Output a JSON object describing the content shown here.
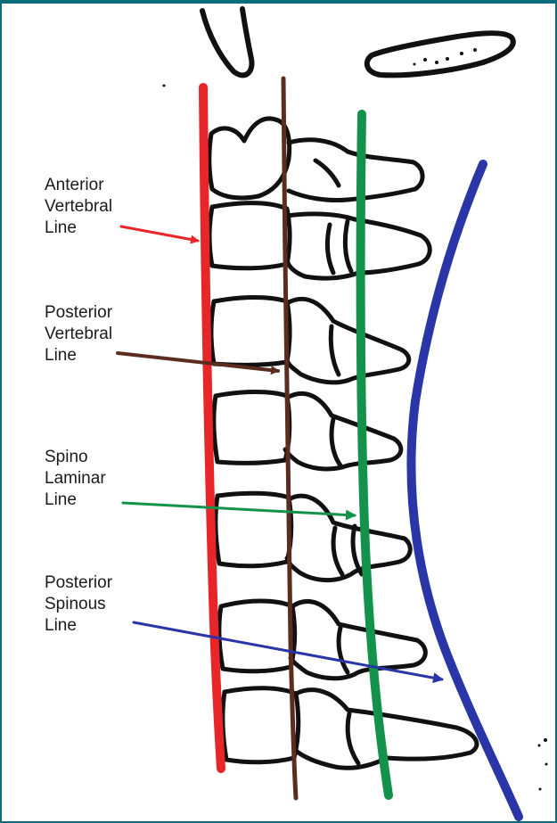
{
  "figure": {
    "labels": [
      {
        "id": "anterior-vertebral",
        "lines": [
          "Anterior",
          "Vertebral",
          "Line"
        ],
        "color": "#e8262a"
      },
      {
        "id": "posterior-vertebral",
        "lines": [
          "Posterior",
          "Vertebral",
          "Line"
        ],
        "color": "#5a2d1e"
      },
      {
        "id": "spino-laminar",
        "lines": [
          "Spino",
          "Laminar",
          "Line"
        ],
        "color": "#12924a"
      },
      {
        "id": "posterior-spinous",
        "lines": [
          "Posterior",
          "Spinous",
          "Line"
        ],
        "color": "#2a35a8"
      }
    ],
    "bone_color": "#111111",
    "frame_color": "#0a6d7a"
  }
}
